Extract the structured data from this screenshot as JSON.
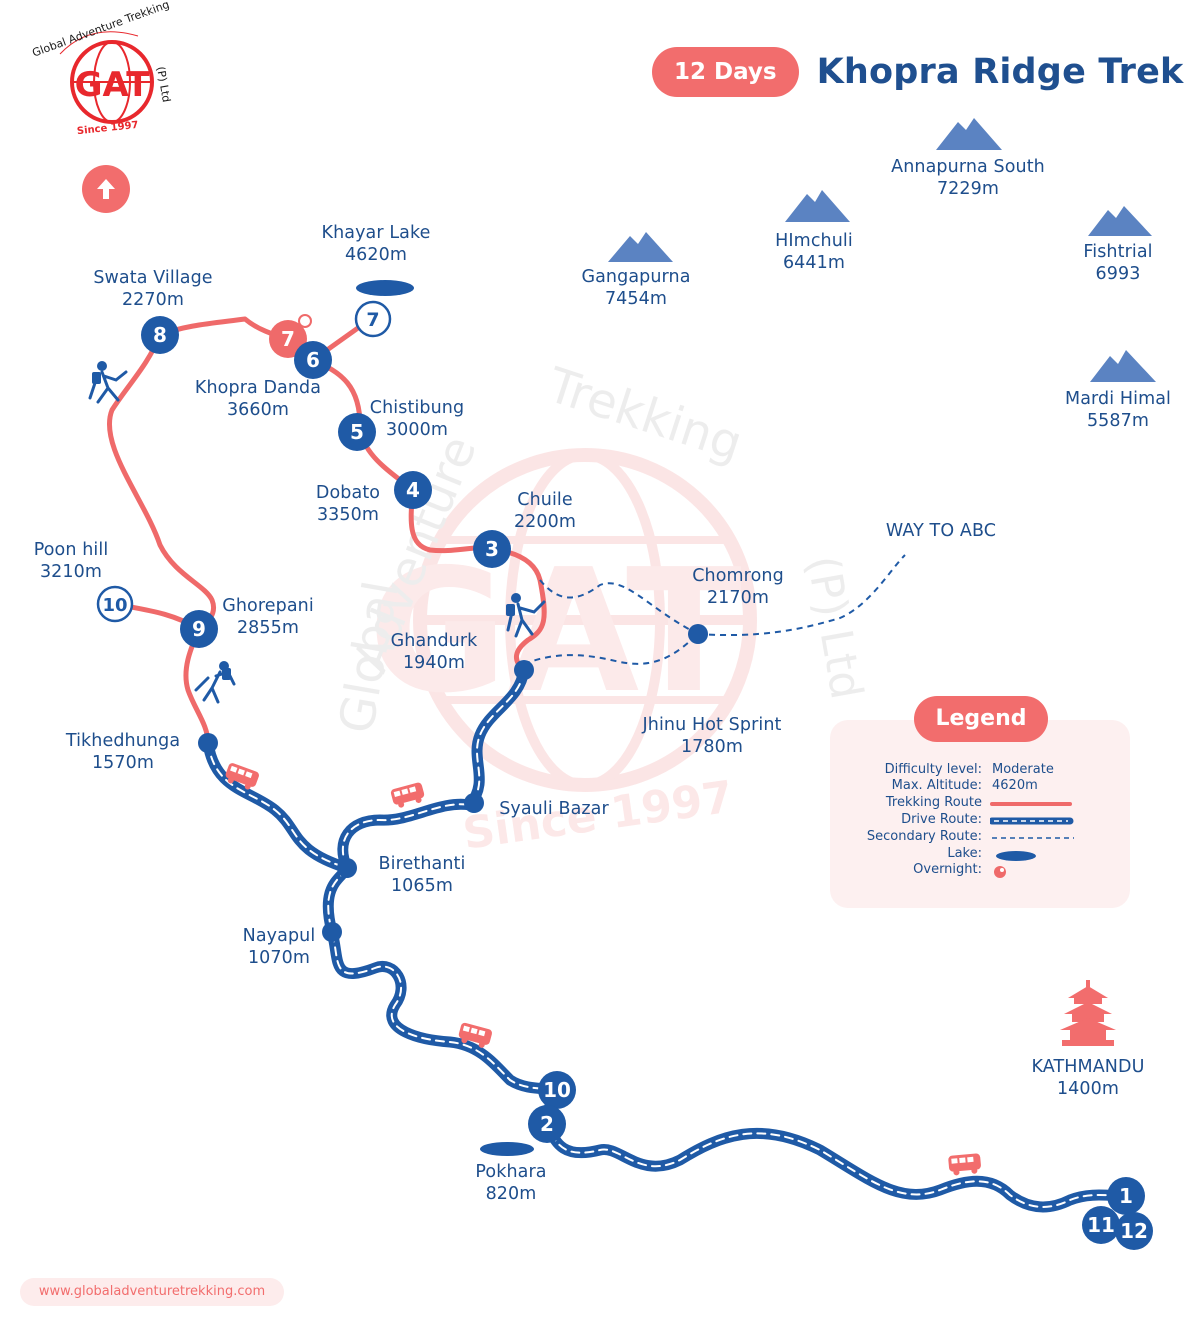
{
  "logo": {
    "arc_text": "Global Adventure Trekking",
    "initials": "GAT",
    "company_suffix": "(P) Ltd",
    "since": "Since 1997"
  },
  "header": {
    "days": "12 Days",
    "title": "Khopra Ridge Trek"
  },
  "mountains": [
    {
      "name": "Annapurna South",
      "alt": "7229m"
    },
    {
      "name": "HImchuli",
      "alt": "6441m"
    },
    {
      "name": "Fishtrial",
      "alt": "6993"
    },
    {
      "name": "Gangapurna",
      "alt": "7454m"
    },
    {
      "name": "Mardi Himal",
      "alt": "5587m"
    }
  ],
  "places": {
    "khayar_lake": {
      "name": "Khayar Lake",
      "alt": "4620m"
    },
    "swata_village": {
      "name": "Swata Village",
      "alt": "2270m"
    },
    "khopra_danda": {
      "name": "Khopra Danda",
      "alt": "3660m"
    },
    "chistibung": {
      "name": "Chistibung",
      "alt": "3000m"
    },
    "dobato": {
      "name": "Dobato",
      "alt": "3350m"
    },
    "chuile": {
      "name": "Chuile",
      "alt": "2200m"
    },
    "way_to_abc": {
      "name": "WAY TO ABC"
    },
    "chomrong": {
      "name": "Chomrong",
      "alt": "2170m"
    },
    "poon_hill": {
      "name": "Poon hill",
      "alt": "3210m"
    },
    "ghorepani": {
      "name": "Ghorepani",
      "alt": "2855m"
    },
    "ghandurk": {
      "name": "Ghandurk",
      "alt": "1940m"
    },
    "jhinu": {
      "name": "Jhinu Hot Sprint",
      "alt": "1780m"
    },
    "tikhedhunga": {
      "name": "Tikhedhunga",
      "alt": "1570m"
    },
    "syauli_bazar": {
      "name": "Syauli Bazar"
    },
    "birethanti": {
      "name": "Birethanti",
      "alt": "1065m"
    },
    "nayapul": {
      "name": "Nayapul",
      "alt": "1070m"
    },
    "pokhara": {
      "name": "Pokhara",
      "alt": "820m"
    },
    "kathmandu": {
      "name": "KATHMANDU",
      "alt": "1400m"
    }
  },
  "day_markers": {
    "d8": "8",
    "d7": "7",
    "d6": "6",
    "d7_lake": "7",
    "d5": "5",
    "d4": "4",
    "d3": "3",
    "d10_poon": "10",
    "d9": "9",
    "d10_pokhara": "10",
    "d2": "2",
    "d1": "1",
    "d11": "11",
    "d12": "12"
  },
  "legend": {
    "title": "Legend",
    "difficulty_label": "Difficulty level:",
    "difficulty_value": "Moderate",
    "altitude_label": "Max. Altitude:",
    "altitude_value": "4620m",
    "trekking_label": "Trekking Route",
    "drive_label": "Drive Route:",
    "secondary_label": "Secondary Route:",
    "lake_label": "Lake:",
    "overnight_label": "Overnight:"
  },
  "footer": {
    "url": "www.globaladventuretrekking.com"
  },
  "colors": {
    "trek_red": "#ef6a6a",
    "drive_blue": "#1f5aa6",
    "text_blue": "#1e4e8c",
    "mountain_blue": "#5b83c2",
    "accent_red": "#f26d6d"
  }
}
